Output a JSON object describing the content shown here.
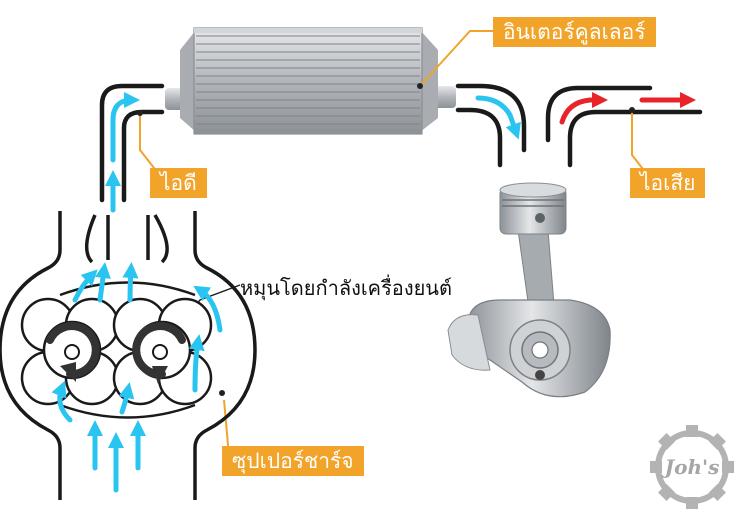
{
  "labels": {
    "intercooler": "อินเตอร์คูลเลอร์",
    "intake": "ไอดี",
    "exhaust": "ไอเสีย",
    "rotor": "หมุนโดยกำลังเครื่องยนต์",
    "supercharger": "ซุปเปอร์ชาร์จ"
  },
  "watermark": {
    "text": "Joh's"
  },
  "colors": {
    "label_bg": "#f2a32a",
    "label_text": "#ffffff",
    "intake_arrow": "#29c4ef",
    "exhaust_arrow": "#e8242a",
    "duct": "#1a1a1a",
    "metal": "#b9bdc2"
  },
  "icons": [
    "gear-icon",
    "rotation-arrow-icon"
  ]
}
